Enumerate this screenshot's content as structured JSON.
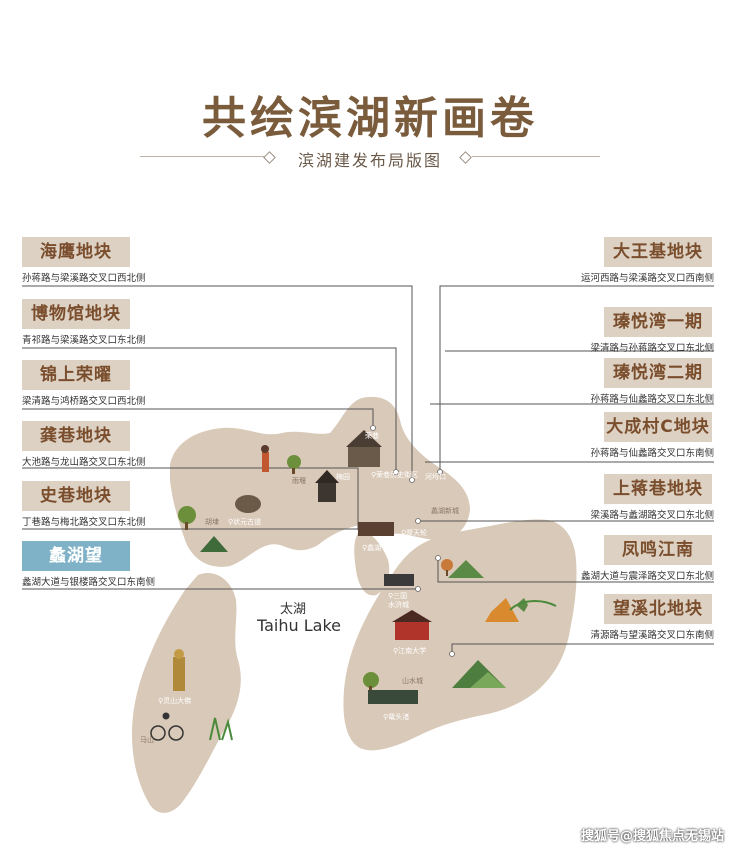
{
  "title": "共绘滨湖新画卷",
  "subtitle": "滨湖建发布局版图",
  "lake": {
    "name_cn": "太湖",
    "name_en": "Taihu Lake"
  },
  "left_labels": [
    {
      "name": "海鹰地块",
      "addr": "孙蒋路与梁溪路交叉口西北侧"
    },
    {
      "name": "博物馆地块",
      "addr": "青祁路与梁溪路交叉口东北侧"
    },
    {
      "name": "锦上荣曜",
      "addr": "梁清路与鸿桥路交叉口西北侧"
    },
    {
      "name": "龚巷地块",
      "addr": "大池路与龙山路交叉口东北侧"
    },
    {
      "name": "史巷地块",
      "addr": "丁巷路与梅北路交叉口东北侧"
    },
    {
      "name": "蠡湖望",
      "addr": "蠡湖大道与银楼路交叉口东南侧"
    }
  ],
  "right_labels": [
    {
      "name": "大王基地块",
      "addr": "运河西路与梁溪路交叉口西南侧"
    },
    {
      "name": "瑧悦湾一期",
      "addr": "梁清路与孙蒋路交叉口东北侧"
    },
    {
      "name": "瑧悦湾二期",
      "addr": "孙蒋路与仙蠡路交叉口东北侧"
    },
    {
      "name": "大成村C地块",
      "addr": "孙蒋路与仙蠡路交叉口东南侧"
    },
    {
      "name": "上蒋巷地块",
      "addr": "梁溪路与蠡湖路交叉口东北侧"
    },
    {
      "name": "凤鸣江南",
      "addr": "蠡湖大道与震泽路交叉口东北侧"
    },
    {
      "name": "望溪北地块",
      "addr": "清源路与望溪路交叉口东南侧"
    }
  ],
  "pois": [
    "荣巷历史街区",
    "状元古道",
    "蠡湖新城",
    "摩天轮",
    "蠡湖",
    "三国水浒城",
    "江南大学",
    "鼋头渚",
    "灵山大佛",
    "梅园",
    "河埒口",
    "荣巷",
    "雨堰",
    "胡埭",
    "山水城",
    "马山"
  ],
  "colors": {
    "land": "#d9c9b8",
    "label_bg": "#ddd1c3",
    "label_text": "#7a4e2d",
    "highlight_bg": "#7fb2c7",
    "title": "#7a5c3d",
    "leader_line": "#555555"
  },
  "watermark": "搜狐号@搜狐焦点无锡站"
}
